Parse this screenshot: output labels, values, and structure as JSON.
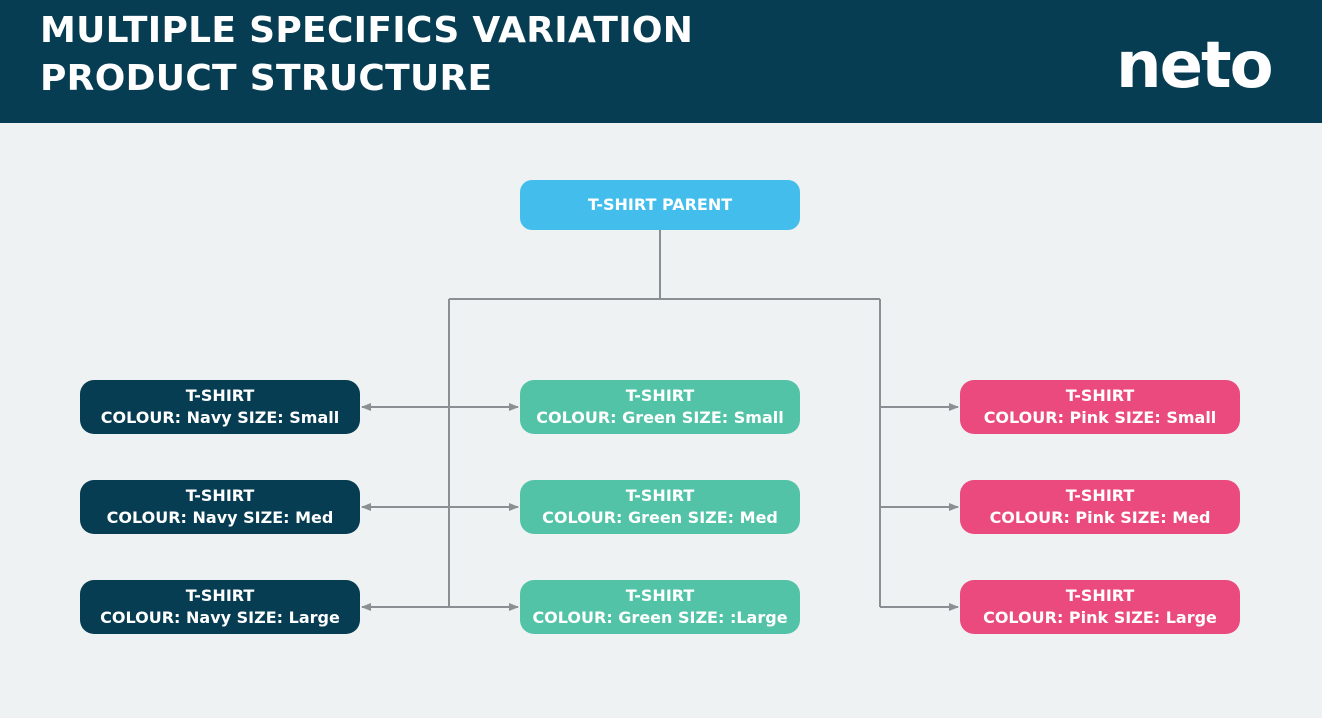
{
  "header": {
    "title_line1": "MULTIPLE SPECIFICS VARIATION",
    "title_line2": "PRODUCT STRUCTURE",
    "logo": "neto"
  },
  "colors": {
    "header_bg": "#073d52",
    "background": "#eff2f3",
    "parent": "#43bdec",
    "navy": "#073d52",
    "green": "#53c3a8",
    "pink": "#ea4a7e",
    "connector": "#8a8f93"
  },
  "diagram": {
    "parent": {
      "label": "T-SHIRT PARENT"
    },
    "navy": [
      {
        "title": "T-SHIRT",
        "detail": "COLOUR: Navy SIZE: Small"
      },
      {
        "title": "T-SHIRT",
        "detail": "COLOUR: Navy SIZE: Med"
      },
      {
        "title": "T-SHIRT",
        "detail": "COLOUR: Navy SIZE: Large"
      }
    ],
    "green": [
      {
        "title": "T-SHIRT",
        "detail": "COLOUR: Green SIZE: Small"
      },
      {
        "title": "T-SHIRT",
        "detail": "COLOUR: Green SIZE: Med"
      },
      {
        "title": "T-SHIRT",
        "detail": "COLOUR: Green SIZE: :Large"
      }
    ],
    "pink": [
      {
        "title": "T-SHIRT",
        "detail": "COLOUR: Pink SIZE: Small"
      },
      {
        "title": "T-SHIRT",
        "detail": "COLOUR: Pink SIZE: Med"
      },
      {
        "title": "T-SHIRT",
        "detail": "COLOUR: Pink SIZE: Large"
      }
    ]
  }
}
